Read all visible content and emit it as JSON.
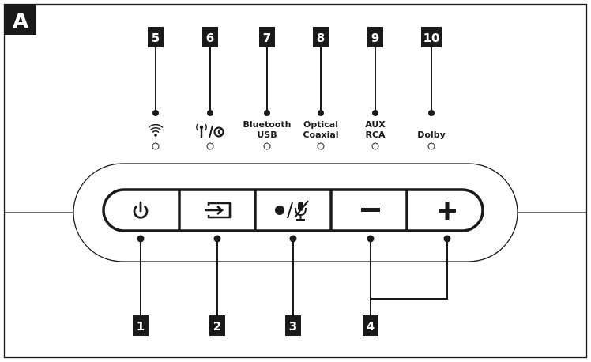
{
  "figure": {
    "panel_label": "A"
  },
  "indicators": [
    {
      "number": "5",
      "line1": "",
      "line2": "",
      "icon": "wifi-icon"
    },
    {
      "number": "6",
      "line1": "",
      "line2": "",
      "icon": "antenna-slash-link-icon"
    },
    {
      "number": "7",
      "line1": "Bluetooth",
      "line2": "USB",
      "icon": ""
    },
    {
      "number": "8",
      "line1": "Optical",
      "line2": "Coaxial",
      "icon": ""
    },
    {
      "number": "9",
      "line1": "AUX",
      "line2": "RCA",
      "icon": ""
    },
    {
      "number": "10",
      "line1": "",
      "line2": "Dolby",
      "icon": ""
    }
  ],
  "buttons": [
    {
      "number": "1",
      "icon": "power-icon"
    },
    {
      "number": "2",
      "icon": "input-source-icon"
    },
    {
      "number": "3",
      "icon": "dot-slash-mic-mute-icon"
    },
    {
      "number": "4",
      "icon": "minus-icon"
    },
    {
      "number": "4",
      "icon": "plus-icon"
    }
  ],
  "callouts_bottom": [
    "1",
    "2",
    "3",
    "4"
  ],
  "colors": {
    "ink": "#1a1a1a",
    "label_box": "#1a1a1a",
    "background": "#ffffff"
  }
}
